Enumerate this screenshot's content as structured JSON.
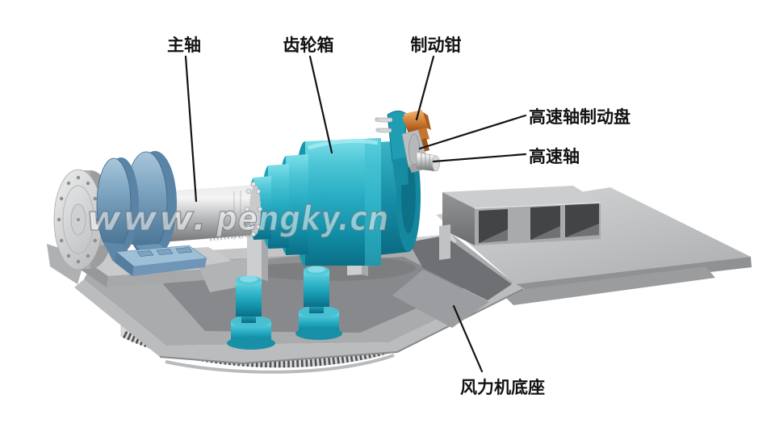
{
  "figure": {
    "type": "labeled-3d-diagram",
    "subject": "wind turbine drivetrain assembly on machine base",
    "background": "#ffffff"
  },
  "watermark": {
    "text": "www. pengky.cn",
    "part1": "www.",
    "part2": "pengky.cn"
  },
  "callouts": {
    "main_shaft": "主轴",
    "gearbox": "齿轮箱",
    "brake_caliper": "制动钳",
    "high_speed_brake_disc": "高速轴制动盘",
    "high_speed_shaft": "高速轴",
    "turbine_base": "风力机底座"
  },
  "colors": {
    "gearbox_teal": "#2aaec4",
    "pedestal_blue": "#7fa6c2",
    "caliper_orange": "#d3833c",
    "steel_gray": "#c2c3c4",
    "base_gray": "#aeb0b2",
    "label_text": "#121212",
    "leader_line": "#141414"
  }
}
